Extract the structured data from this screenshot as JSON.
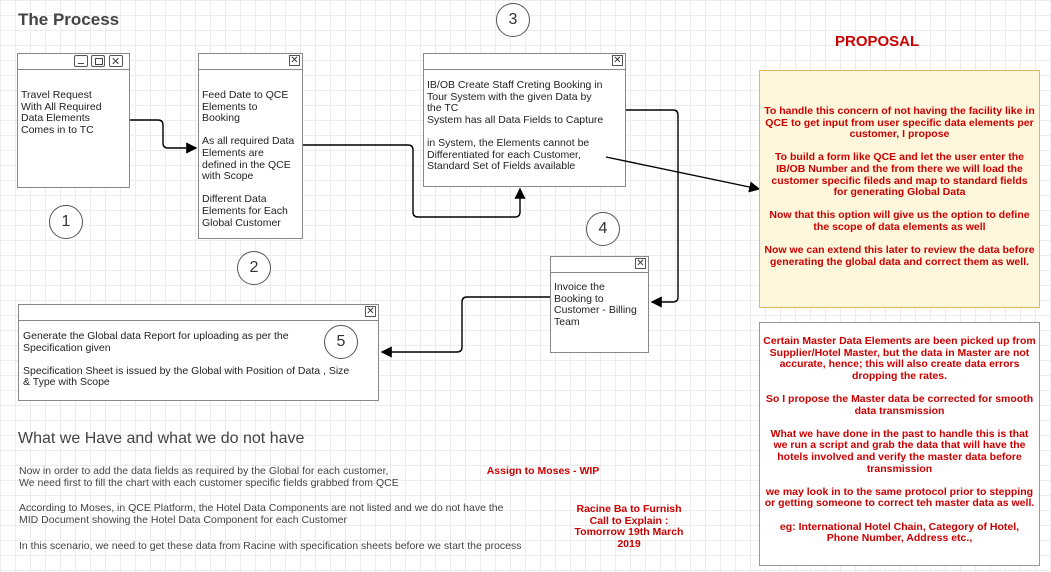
{
  "title": "The Process",
  "steps": {
    "n1": "1",
    "n2": "2",
    "n3": "3",
    "n4": "4",
    "n5": "5"
  },
  "boxes": {
    "b1": "Travel Request\nWith All Required\nData Elements\nComes in to TC",
    "b2": "Feed Date to QCE\nElements to\nBooking\n\nAs all required Data\nElements are\ndefined in the QCE\nwith Scope\n\nDifferent Data\nElements for Each\nGlobal Customer",
    "b3": "IB/OB Create Staff Creting Booking in\nTour System with the given Data by\nthe TC\nSystem has all Data Fields to Capture\n\nin System, the Elements cannot be\nDifferentiated for each Customer,\nStandard Set of Fields available",
    "b4": "Invoice the\nBooking to\nCustomer - Billing\nTeam",
    "b5": "Generate the Global data Report for uploading as per the\nSpecification given\n\nSpecification Sheet is issued by the Global with Position of Data , Size\n& Type with Scope"
  },
  "proposal": {
    "heading": "PROPOSAL",
    "top_text": "To handle this concern of not having the facility like in\nQCE to get input from user specific data elements per\ncustomer, I propose\n\nTo build a form like QCE and let the user enter the\nIB/OB Number and the from there we will load the\ncustomer specific fileds and map to standard fields\nfor generating Global Data\n\nNow that this option will give us the option to define\nthe scope of data elements as well\n\nNow we can extend this later to review the data before\ngenerating the global data and correct them as well.",
    "bottom_text": "Certain Master Data Elements are been picked up from\nSupplier/Hotel Master, but the data in Master are not\naccurate, hence; this will also create data errors\ndropping the rates.\n\nSo I propose the Master data be corrected for smooth\ndata transmission\n\nWhat we have done in the past to handle this is that\nwe run a script and grab the data that will have the\nhotels involved and verify the master data before\ntransmission\n\nwe may look in to the same protocol prior to stepping\nor getting someone to correct teh master data as well.\n\neg: International Hotel Chain, Category of Hotel,\nPhone Number, Address etc.,"
  },
  "section2": {
    "heading": "What we Have and what we do not have",
    "p1": "Now in order to add the data fields as required by the Global for each customer,\nWe need first to fill the chart with each customer specific fields grabbed from QCE",
    "p2": "According to Moses, in QCE Platform, the Hotel Data Components are not listed and we do not have the\n MID Document showing the Hotel Data Component for each Customer",
    "p3": "In this scenario, we need to get these data from Racine with specification sheets before we start the process",
    "note1": "Assign to Moses - WIP",
    "note2": "Racine Ba to Furnish\nCall to Explain :\nTomorrow 19th March\n2019"
  },
  "colors": {
    "proposal_red": "#cc0000",
    "note_fill": "#fff7dc"
  }
}
